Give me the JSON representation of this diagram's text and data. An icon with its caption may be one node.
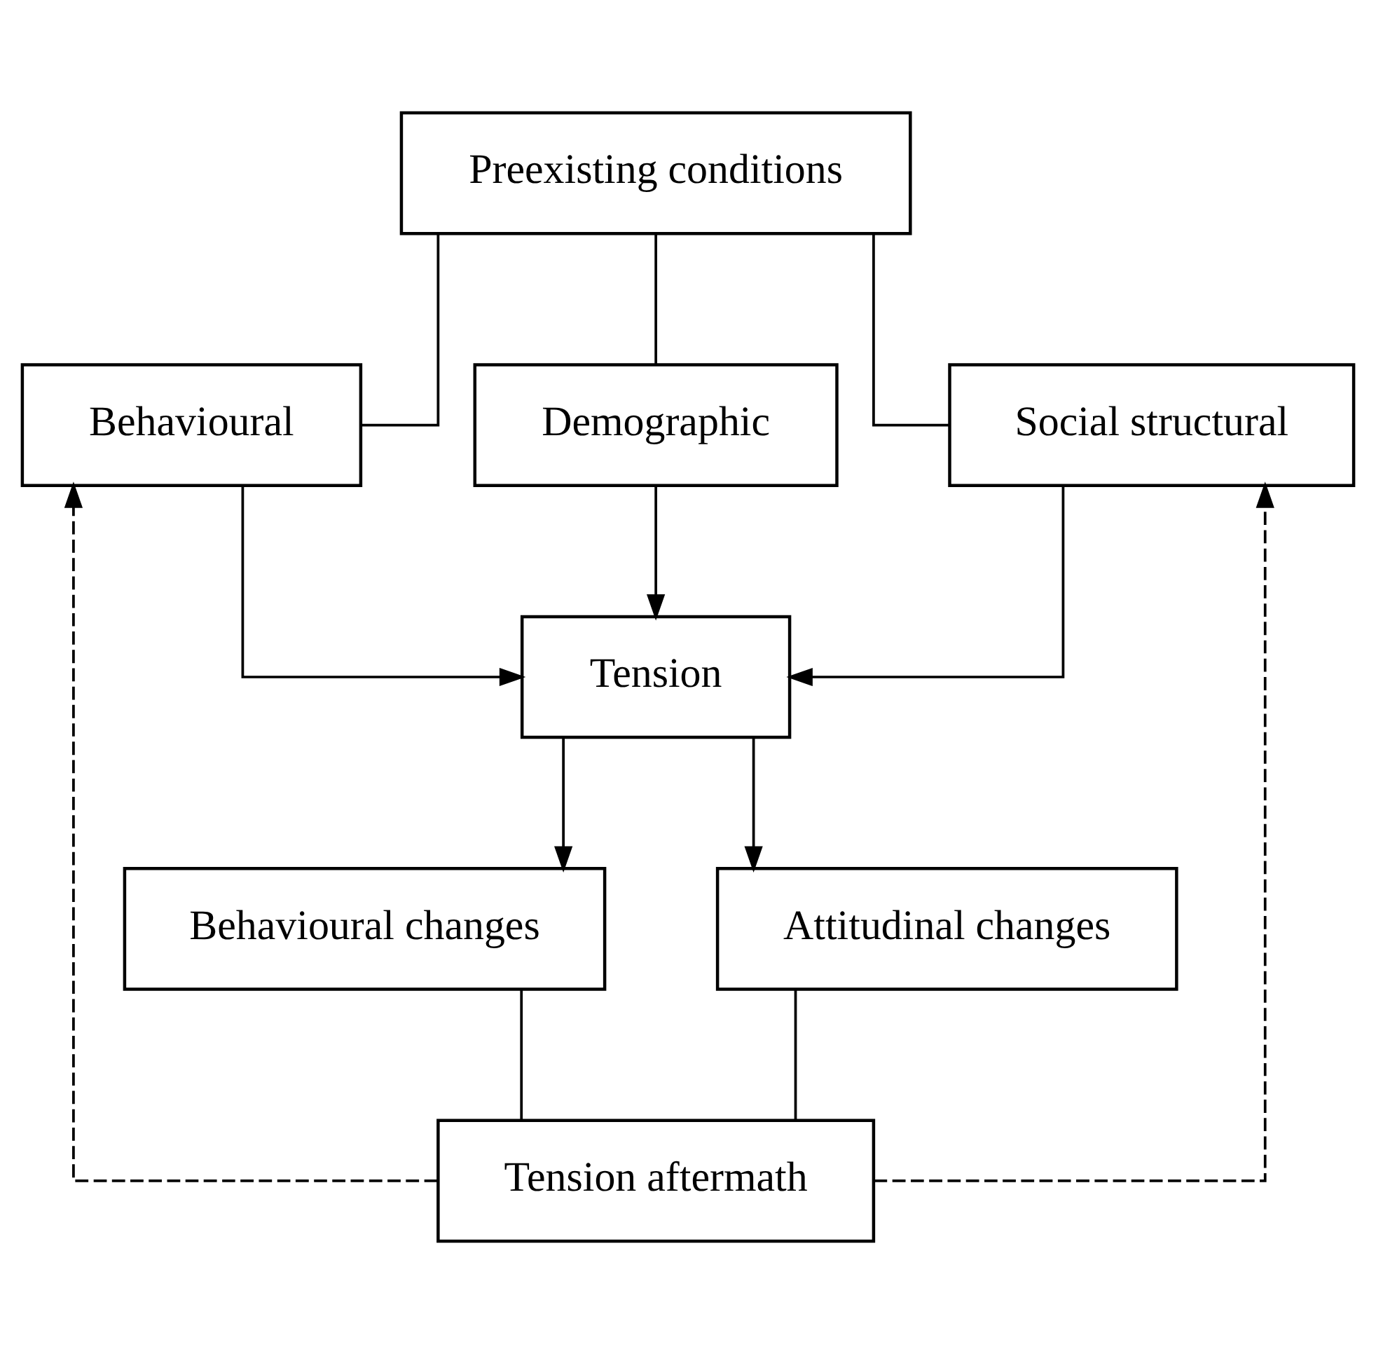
{
  "diagram": {
    "nodes": [
      {
        "text": [
          "Preexisting conditions"
        ]
      },
      {
        "text": [
          "Behavioural"
        ]
      },
      {
        "text": [
          "Demographic"
        ]
      },
      {
        "text": [
          "Social structural"
        ]
      },
      {
        "text": [
          "Tension"
        ]
      },
      {
        "text": [
          "Behavioural changes"
        ]
      },
      {
        "text": [
          "Attitudinal changes"
        ]
      },
      {
        "text": [
          "Tension aftermath"
        ]
      }
    ],
    "edges": [
      {
        "from": 0,
        "to": 1,
        "arrow": "none"
      },
      {
        "from": 0,
        "to": 2,
        "arrow": "none"
      },
      {
        "from": 0,
        "to": 3,
        "arrow": "none"
      },
      {
        "from": 1,
        "to": 4,
        "arrow": "to"
      },
      {
        "from": 2,
        "to": 4,
        "arrow": "to"
      },
      {
        "from": 3,
        "to": 4,
        "arrow": "to"
      },
      {
        "from": 4,
        "to": 5,
        "arrow": "to"
      },
      {
        "from": 4,
        "to": 6,
        "arrow": "to"
      },
      {
        "from": 5,
        "to": 7,
        "arrow": "none"
      },
      {
        "from": 6,
        "to": 7,
        "arrow": "none"
      },
      {
        "from": 7,
        "to": 1,
        "arrow": "to",
        "style": "dashed"
      },
      {
        "from": 7,
        "to": 3,
        "arrow": "to",
        "style": "dashed"
      }
    ]
  }
}
